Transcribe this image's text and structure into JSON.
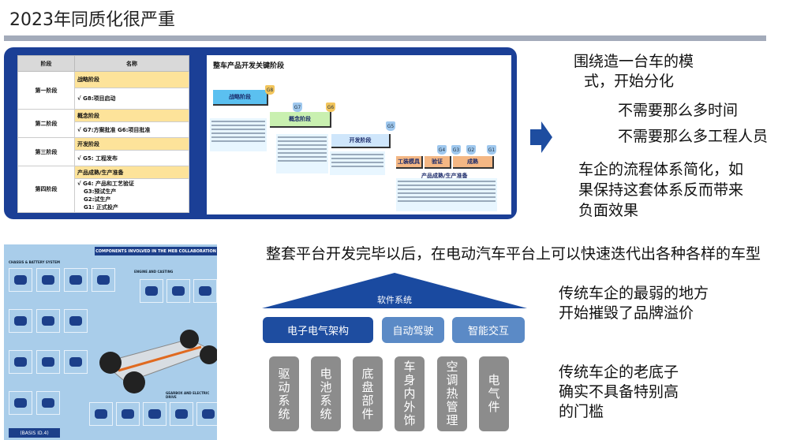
{
  "title": "2023年同质化很严重",
  "table": {
    "headers": [
      "阶段",
      "名称"
    ],
    "rows": [
      {
        "stage": "第一阶段",
        "phase": "战略阶段",
        "gates": [
          "√ G8:项目启动"
        ]
      },
      {
        "stage": "第二阶段",
        "phase": "概念阶段",
        "gates": [
          "√ G7:方案批准  G6:项目批准"
        ]
      },
      {
        "stage": "第三阶段",
        "phase": "开发阶段",
        "gates": [
          "√ G5: 工程发布"
        ]
      },
      {
        "stage": "第四阶段",
        "phase": "产品成熟/生产准备",
        "gates": [
          "√ G4: 产品和工艺验证",
          "G3:预试生产",
          "G2:试生产",
          "G1: 正式投产"
        ]
      }
    ]
  },
  "diagram": {
    "title": "整车产品开发关键阶段",
    "phases": [
      "战略阶段",
      "概念阶段",
      "开发阶段",
      "工装模具",
      "验证",
      "成熟"
    ],
    "gates": [
      "G8",
      "G7",
      "G6",
      "G5",
      "G4",
      "G3",
      "G2",
      "G1"
    ],
    "final_label": "产品成熟/生产准备"
  },
  "right_top": {
    "line1": "围绕造一台车的模",
    "line2": "式，开始分化",
    "point1": "不需要那么多时间",
    "point2": "不需要那么多工程人员",
    "conclusion": [
      "车企的流程体系简化，如",
      "果保持这套体系反而带来",
      "负面效果"
    ]
  },
  "image": {
    "title": "COMPONENTS INVOLVED IN THE MEB COLLABORATION",
    "section1": "CHASSIS & BATTERY SYSTEM",
    "section2": "ENGINE AND CASTING",
    "section3": "GEARBOX AND ELECTRIC DRIVE",
    "badge": "(BASIS ID.4)"
  },
  "platform_text": "整套平台开发完毕以后，在电动汽车平台上可以快速迭代出各种各样的车型",
  "architecture": {
    "roof": "软件系统",
    "layers": [
      "电子电气架构",
      "自动驾驶",
      "智能交互"
    ],
    "pillars": [
      "驱动系统",
      "电池系统",
      "底盘部件",
      "车身内外饰",
      "空调热管理",
      "电气件"
    ],
    "colors": {
      "dark": "#1e4da0",
      "light": "#5b8ac6",
      "pillar": "#8c8c8c"
    }
  },
  "right_bottom": {
    "weak": [
      "传统车企的最弱的地方",
      "开始摧毁了品牌溢价"
    ],
    "base": [
      "传统车企的老底子",
      "确实不具备特别高",
      "的门槛"
    ]
  }
}
